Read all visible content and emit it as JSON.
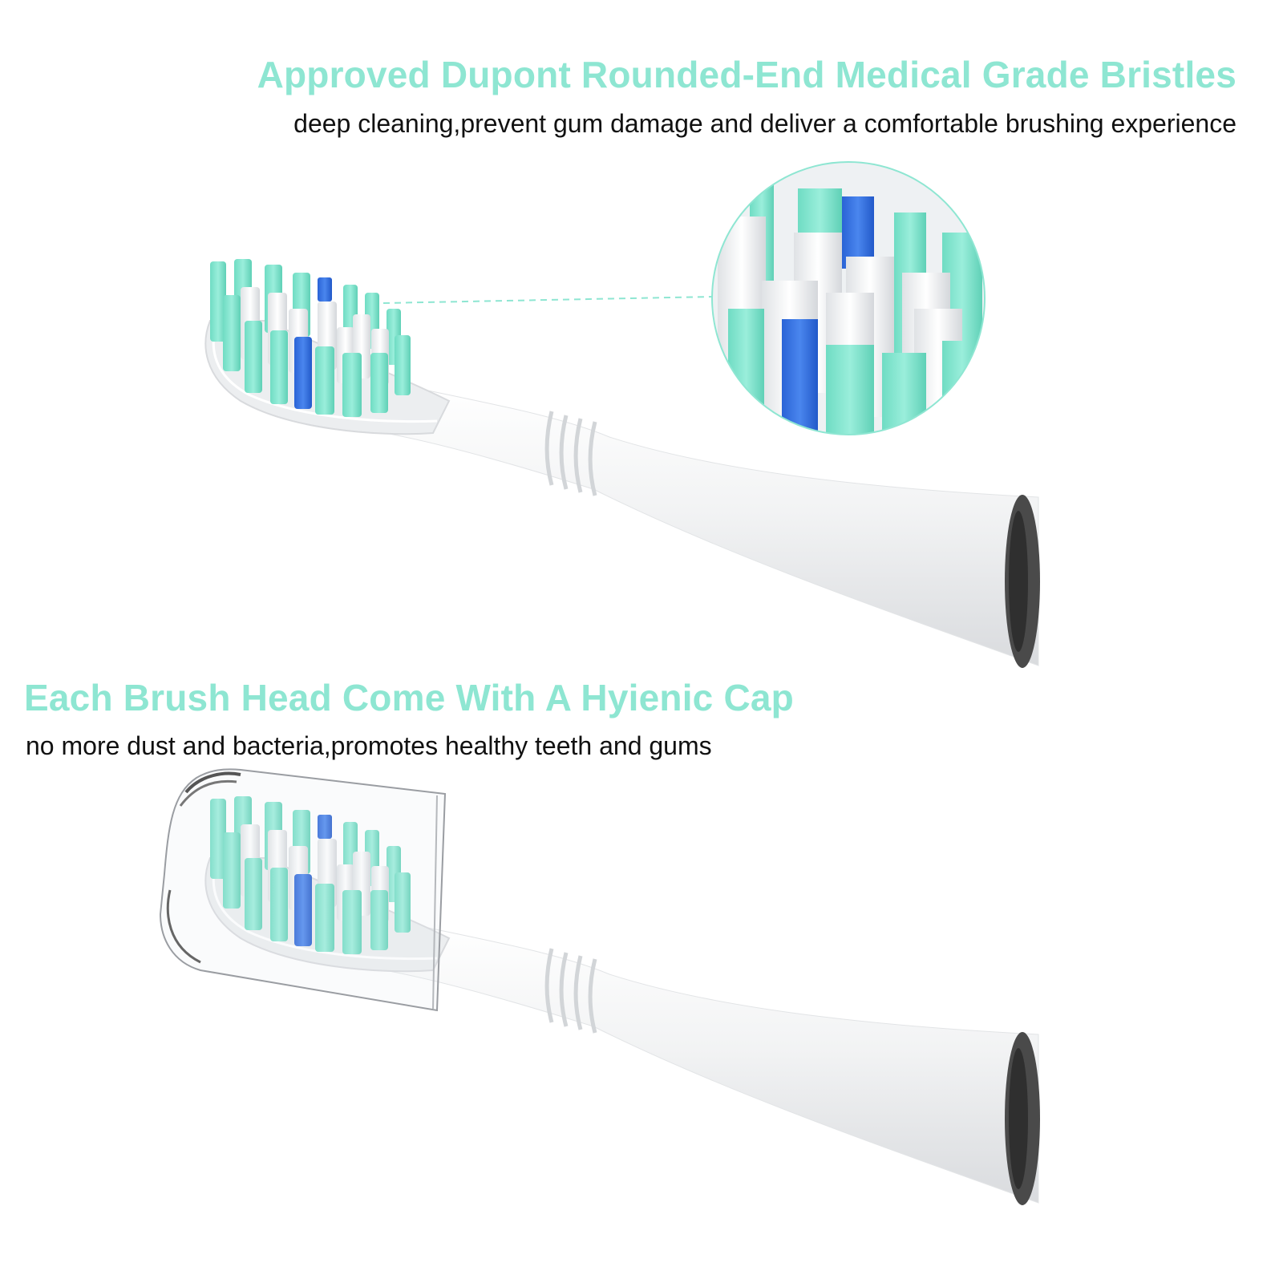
{
  "colors": {
    "accent": "#8ee6d2",
    "bristle_teal": "#7fe3cc",
    "bristle_blue": "#2f6fe0",
    "bristle_white": "#f3f5f7",
    "handle": "#f1f2f3",
    "base_dark": "#4a4a4a",
    "text": "#111111"
  },
  "section_bristles": {
    "heading": "Approved Dupont Rounded-End Medical Grade Bristles",
    "subtext": "deep cleaning,prevent gum damage and deliver a comfortable brushing experience",
    "illustration": "brush-head-with-bristle-magnifier",
    "magnifier_label": "bristle-closeup"
  },
  "section_cap": {
    "heading": "Each Brush Head Come With A Hyienic Cap",
    "subtext": "no more dust and bacteria,promotes healthy teeth and gums",
    "illustration": "brush-head-with-transparent-cap"
  }
}
